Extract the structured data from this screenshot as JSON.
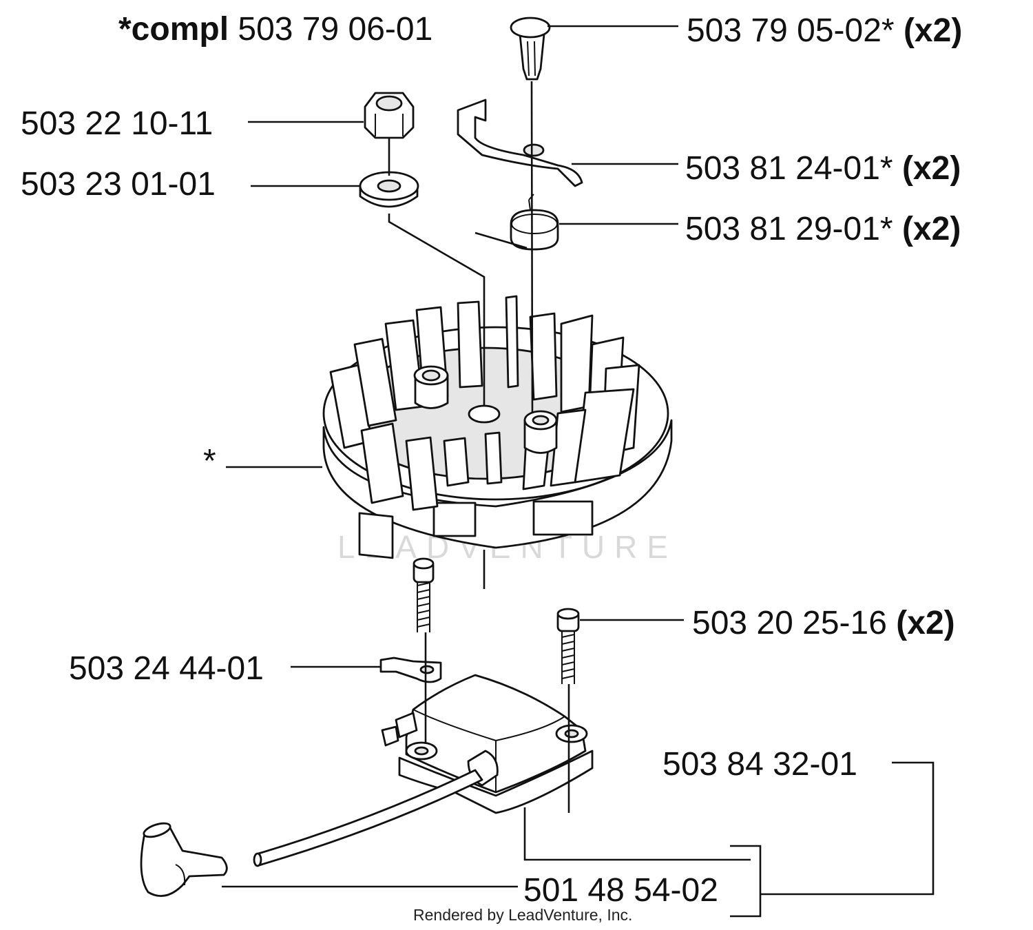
{
  "callouts": {
    "compl_prefix": "*compl",
    "compl_number": "503 79 06-01",
    "pin_number": "503 79 05-02*",
    "pin_qty": "(x2)",
    "nut": "503 22 10-11",
    "washer": "503 23 01-01",
    "pawl_number": "503 81 24-01*",
    "pawl_qty": "(x2)",
    "spring_number": "503 81 29-01*",
    "spring_qty": "(x2)",
    "flywheel_marker": "*",
    "screw_number": "503 20 25-16",
    "screw_qty": "(x2)",
    "terminal": "503 24 44-01",
    "module_assembly": "503 84 32-01",
    "boot": "501 48 54-02"
  },
  "watermark": "LEADVENTURE",
  "footer": "Rendered by LeadVenture, Inc."
}
